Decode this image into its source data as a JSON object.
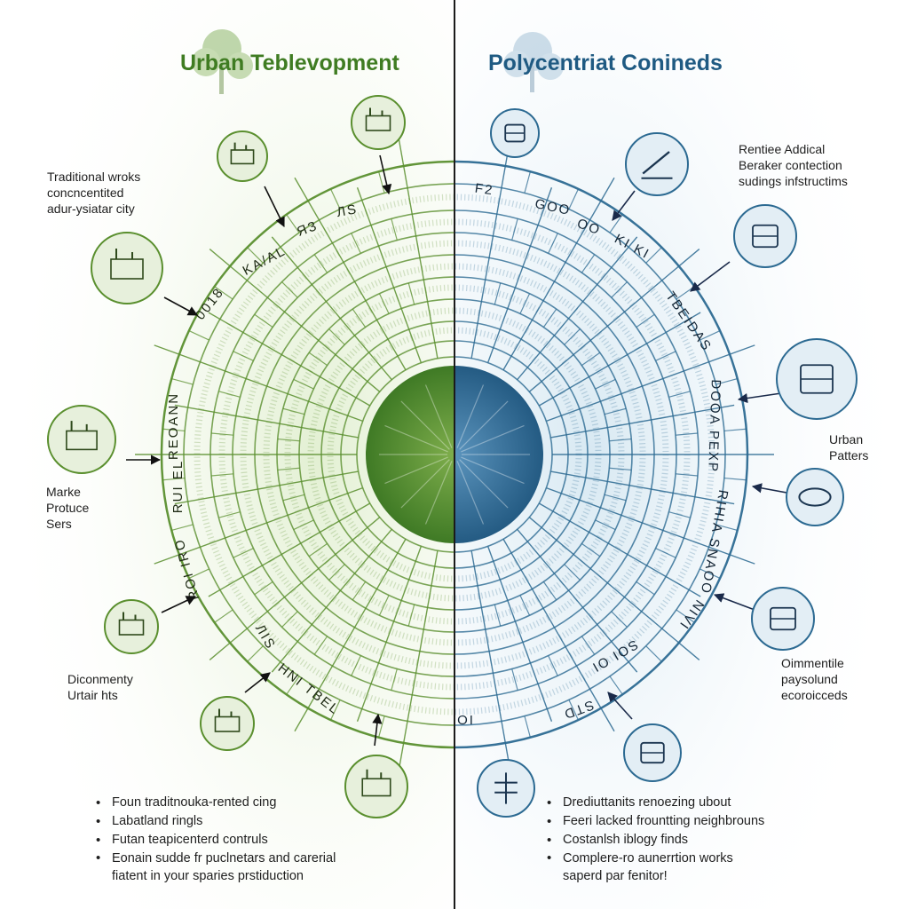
{
  "left": {
    "title": "Urban Teblevopment",
    "title_color": "#3f7c22",
    "accent": "#5a8f2e",
    "center_color": "#5c8f33",
    "callouts": [
      [
        "Traditional wroks",
        "concncentited",
        "adur-ysiatar city"
      ],
      [
        "Marke",
        "Protuce",
        "Sers"
      ],
      [
        "Diconmenty",
        "Urtair hts"
      ]
    ],
    "ring_labels": [
      "KA/AL",
      "ЯЗ",
      "ЛS",
      "0018",
      "REOANN",
      "RUI EL",
      "ROI IRO",
      "HNI TBEL",
      "ЛIS"
    ],
    "bullets": [
      "Foun traditnouka-rented cing",
      "Labatland ringls",
      "Futan teapicenterd contruls",
      "Eonain sudde fr puclnetars and carerial",
      "fiatent in your sparies prstiduction"
    ],
    "icons": [
      "factory-icon",
      "tree-icon",
      "recycle-icon",
      "tools-icon",
      "plant-icon",
      "building-icon",
      "book-icon",
      "hand-seed-icon"
    ]
  },
  "right": {
    "title": "Polycentriat Conineds",
    "title_color": "#1f5a82",
    "accent": "#2c6a92",
    "center_color": "#2f6f9a",
    "callouts": [
      [
        "Rentiee Addical",
        "Beraker contection",
        "sudings infstructims"
      ],
      [
        "Urban",
        "Patters"
      ],
      [
        "Oimmentile",
        "paysolund",
        "ecoroicceds"
      ]
    ],
    "ring_labels": [
      "F2",
      "GOO",
      "OO",
      "KI KI",
      "TBEIDAS",
      "DOOA PEXP",
      "RIHIA SNAOO",
      "NIVI",
      "SOI OI",
      "STD",
      "OI"
    ],
    "bullets": [
      "Drediuttanits renoezing ubout",
      "Feeri lacked frountting neighbrouns",
      "Costanlsh iblogy finds",
      "Complere-ro aunerrtion works",
      "saperd par fenitor!"
    ],
    "icons": [
      "bottle-icon",
      "chart-arrow-icon",
      "city-icon",
      "storage-icon",
      "ring-icon",
      "people-icon",
      "phone-icon",
      "tower-icon"
    ]
  }
}
